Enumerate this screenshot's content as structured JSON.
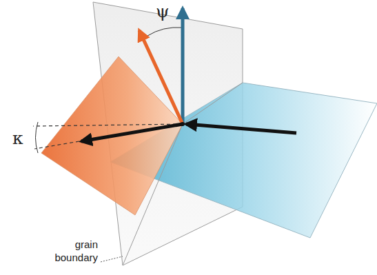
{
  "diagram": {
    "labels": [
      "ψ",
      "κ",
      "grain boundary"
    ]
  }
}
